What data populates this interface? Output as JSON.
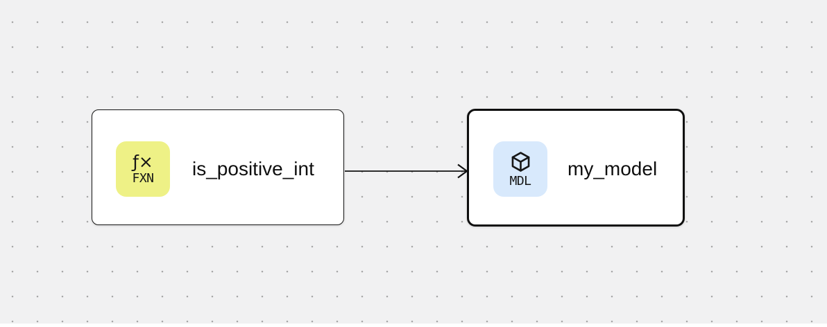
{
  "canvas": {
    "background_color": "#f1f1f2",
    "dot_color": "#a6a6a6"
  },
  "nodes": [
    {
      "id": "fxn",
      "label": "is_positive_int",
      "badge_icon": "ƒ×",
      "badge_icon_name": "function-icon",
      "badge_text": "FXN",
      "badge_color": "#eef186",
      "selected": false
    },
    {
      "id": "mdl",
      "label": "my_model",
      "badge_icon_name": "cube-icon",
      "badge_text": "MDL",
      "badge_color": "#d8e9fc",
      "selected": true
    }
  ],
  "edges": [
    {
      "from": "is_positive_int",
      "to": "my_model",
      "style": "straight-open-arrow",
      "color": "#111111"
    }
  ]
}
